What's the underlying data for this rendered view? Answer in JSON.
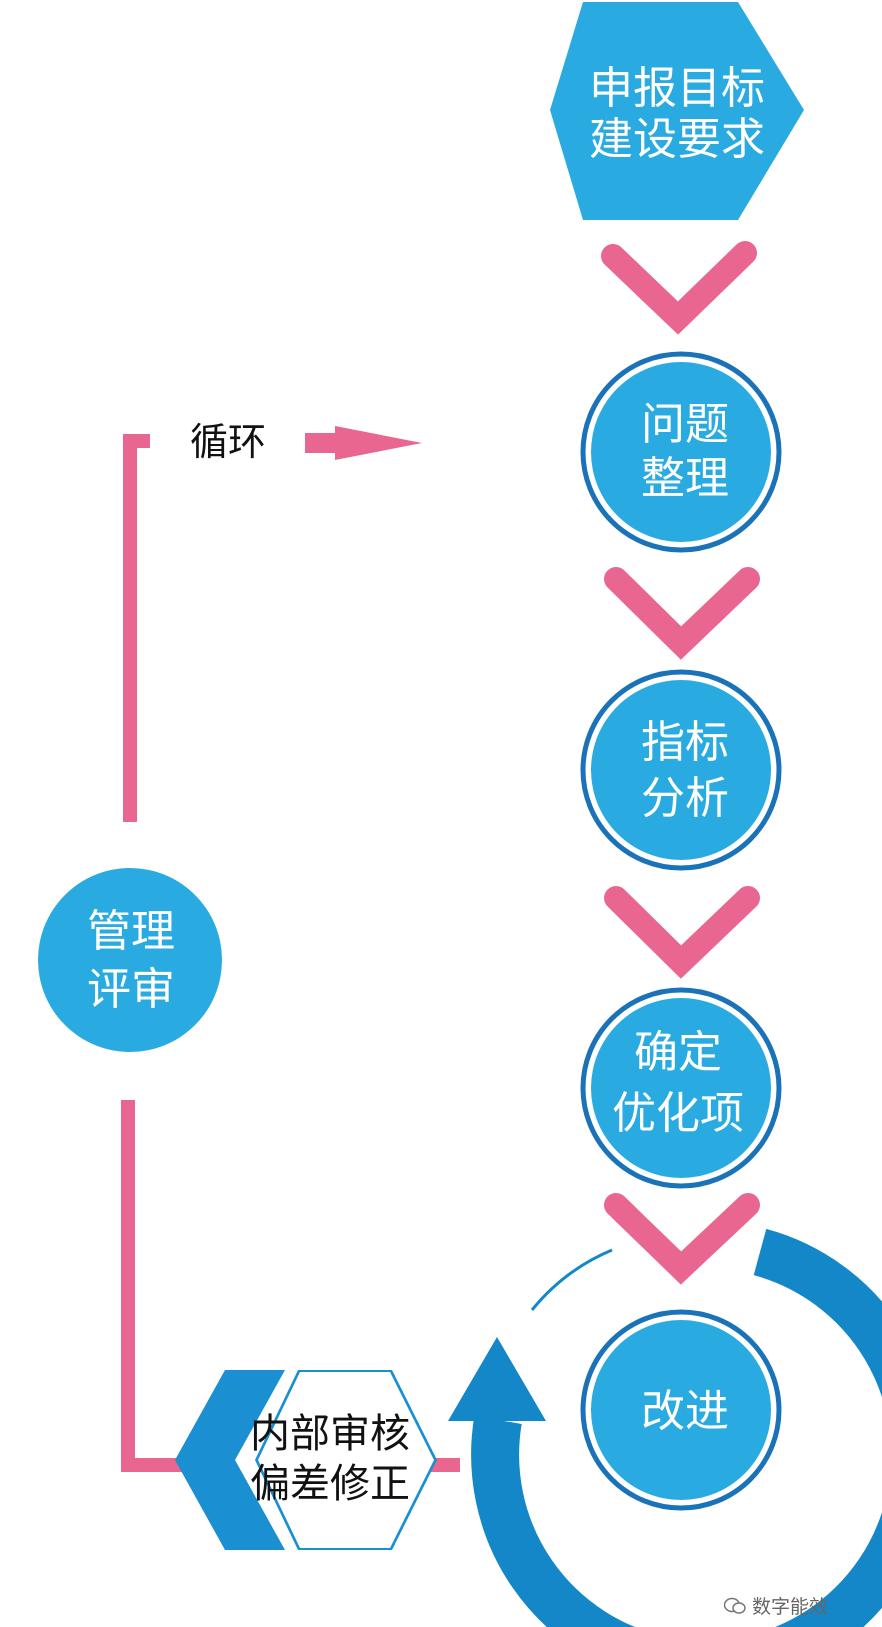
{
  "nodes": {
    "start": {
      "line1": "申报目标",
      "line2": "建设要求"
    },
    "step1": {
      "line1": "问题",
      "line2": "整理"
    },
    "step2": {
      "line1": "指标",
      "line2": "分析"
    },
    "step3": {
      "line1": "确定",
      "line2": "优化项"
    },
    "step4": {
      "line1": "改进"
    },
    "audit": {
      "line1": "内部审核",
      "line2": "偏差修正"
    },
    "review": {
      "line1": "管理",
      "line2": "评审"
    }
  },
  "loop_label": "循环",
  "watermark": "数字能效",
  "colors": {
    "node_fill": "#29ABE2",
    "node_ring": "#1A73B8",
    "arrow_pink": "#E8668F",
    "loop_blue": "#1487C9",
    "hex_dark": "#1A8FD1"
  }
}
